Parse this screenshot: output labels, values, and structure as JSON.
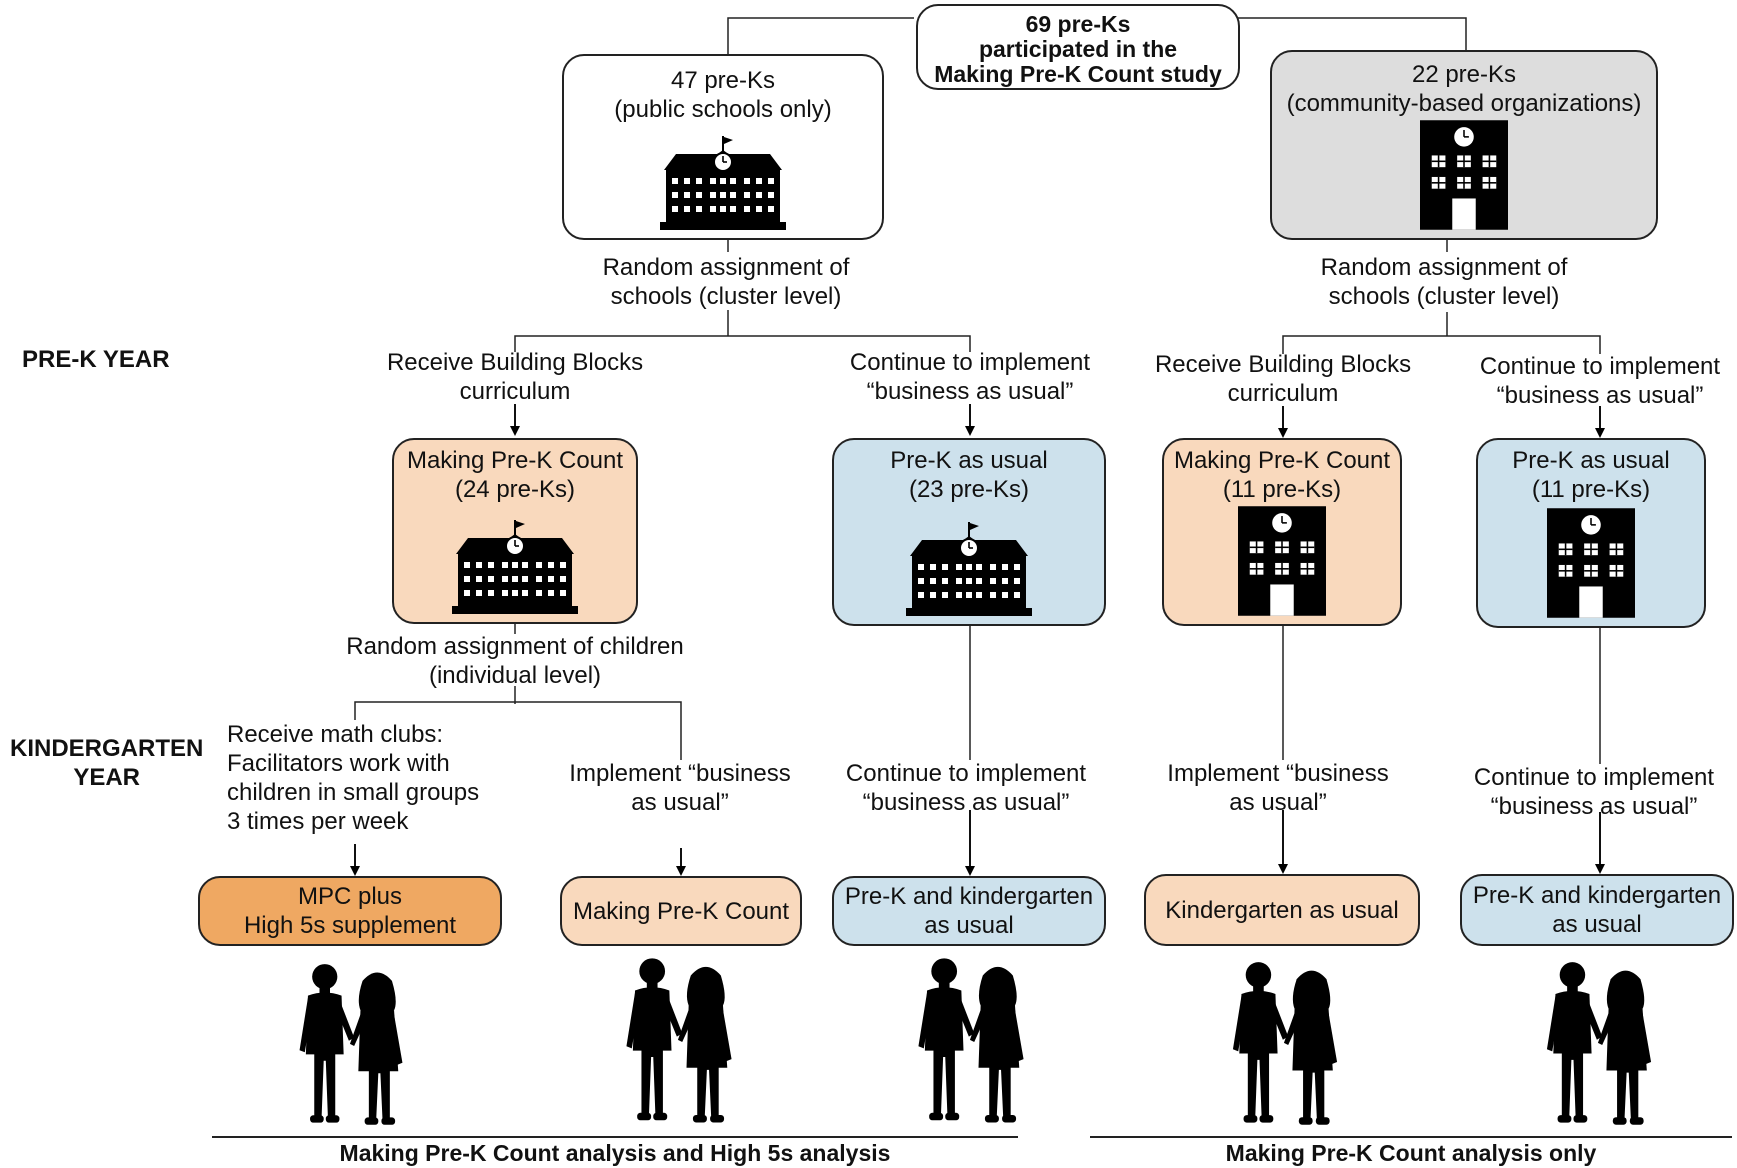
{
  "root": {
    "line1": "69 pre-Ks",
    "line2": "participated in the",
    "line3": "Making Pre-K Count study"
  },
  "left_group": {
    "line1": "47 pre-Ks",
    "line2": "(public schools only)"
  },
  "right_group": {
    "line1": "22 pre-Ks",
    "line2": "(community-based organizations)"
  },
  "random_schools": {
    "line1": "Random assignment of",
    "line2": "schools (cluster level)"
  },
  "random_children": {
    "line1": "Random assignment of children",
    "line2": "(individual level)"
  },
  "year_labels": {
    "prek": "PRE-K YEAR",
    "kinder_line1": "KINDERGARTEN",
    "kinder_line2": "YEAR"
  },
  "prek_branch": {
    "bb_line1": "Receive Building Blocks",
    "bb_line2": "curriculum",
    "bau_line1": "Continue to implement",
    "bau_line2": "“business as usual”"
  },
  "prek_boxes": [
    {
      "line1": "Making Pre-K Count",
      "line2": "(24 pre-Ks)",
      "color": "#f9d9bd"
    },
    {
      "line1": "Pre-K as usual",
      "line2": "(23 pre-Ks)",
      "color": "#cde1ec"
    },
    {
      "line1": "Making Pre-K Count",
      "line2": "(11 pre-Ks)",
      "color": "#f9d9bd"
    },
    {
      "line1": "Pre-K as usual",
      "line2": "(11 pre-Ks)",
      "color": "#cde1ec"
    }
  ],
  "kinder_labels": {
    "math_line1": "Receive math clubs:",
    "math_line2": "Facilitators work with",
    "math_line3": "children in small groups",
    "math_line4": "3 times per week",
    "impl_line1": "Implement “business",
    "impl_line2": "as usual”",
    "cont_line1": "Continue to implement",
    "cont_line2": "“business as usual”"
  },
  "outcome_boxes": [
    {
      "line1": "MPC plus",
      "line2": "High 5s supplement",
      "color": "#efa862"
    },
    {
      "line1": "Making Pre-K Count",
      "line2": "",
      "color": "#f9d9bd"
    },
    {
      "line1": "Pre-K and kindergarten",
      "line2": "as usual",
      "color": "#cde1ec"
    },
    {
      "line1": "Kindergarten as usual",
      "line2": "",
      "color": "#f9d9bd"
    },
    {
      "line1": "Pre-K and kindergarten",
      "line2": "as usual",
      "color": "#cde1ec"
    }
  ],
  "footer": {
    "left": "Making Pre-K Count analysis and High 5s analysis",
    "right": "Making Pre-K Count analysis only"
  },
  "icons": [
    "public-school-building-icon",
    "community-building-icon",
    "children-silhouette-icon"
  ]
}
